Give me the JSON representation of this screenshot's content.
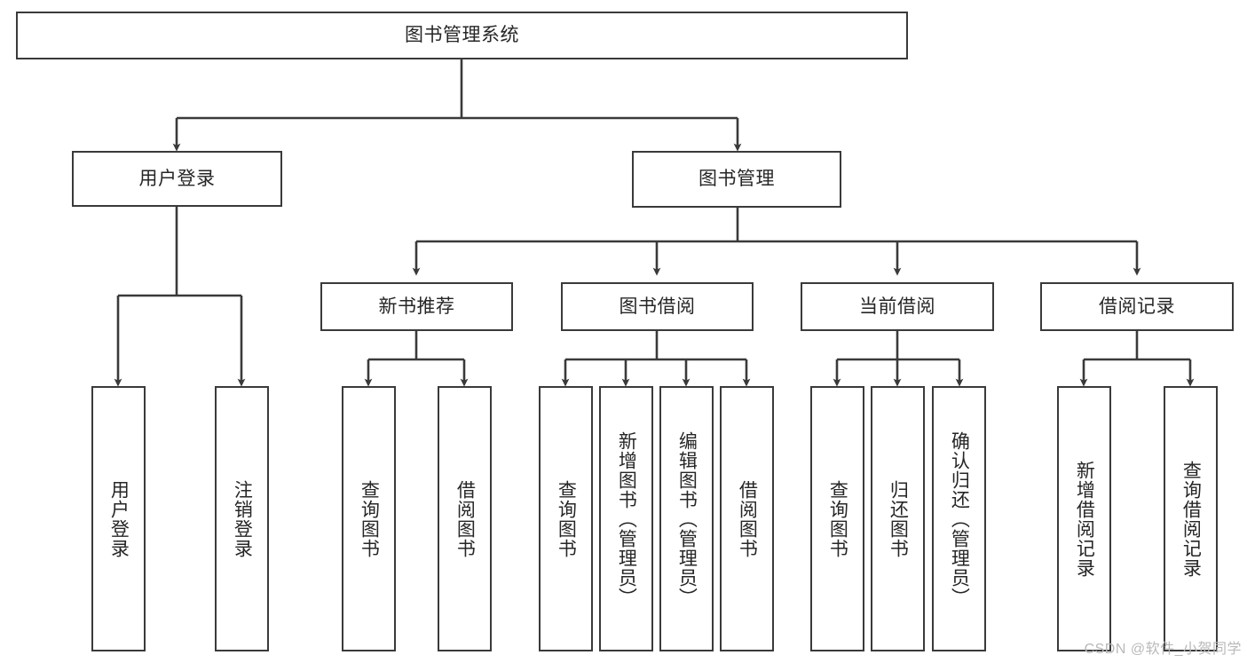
{
  "diagram": {
    "title": "图书管理系统",
    "type": "tree-hierarchy",
    "watermark": "CSDN @软件_小贺同学",
    "colors": {
      "box_border": "#3a3a3a",
      "box_fill": "#ffffff",
      "connector": "#3a3a3a",
      "text": "#262626",
      "watermark": "#b9b9b9",
      "background": "#ffffff"
    },
    "root": {
      "label": "图书管理系统",
      "orientation": "horizontal"
    },
    "level2": [
      {
        "label": "用户登录",
        "orientation": "horizontal"
      },
      {
        "label": "图书管理",
        "orientation": "horizontal"
      }
    ],
    "level3": [
      {
        "label": "新书推荐",
        "orientation": "horizontal"
      },
      {
        "label": "图书借阅",
        "orientation": "horizontal"
      },
      {
        "label": "当前借阅",
        "orientation": "horizontal"
      },
      {
        "label": "借阅记录",
        "orientation": "horizontal"
      }
    ],
    "leaves_user_login": [
      {
        "label": "用户登录",
        "orientation": "vertical"
      },
      {
        "label": "注销登录",
        "orientation": "vertical"
      }
    ],
    "leaves_new_book": [
      {
        "label": "查询图书",
        "orientation": "vertical"
      },
      {
        "label": "借阅图书",
        "orientation": "vertical"
      }
    ],
    "leaves_borrow_book": [
      {
        "label": "查询图书",
        "orientation": "vertical"
      },
      {
        "label": "新增图书（管理员）",
        "orientation": "vertical"
      },
      {
        "label": "编辑图书（管理员）",
        "orientation": "vertical"
      },
      {
        "label": "借阅图书",
        "orientation": "vertical"
      }
    ],
    "leaves_current_borrow": [
      {
        "label": "查询图书",
        "orientation": "vertical"
      },
      {
        "label": "归还图书",
        "orientation": "vertical"
      },
      {
        "label": "确认归还（管理员）",
        "orientation": "vertical"
      }
    ],
    "leaves_borrow_record": [
      {
        "label": "新增借阅记录",
        "orientation": "vertical"
      },
      {
        "label": "查询借阅记录",
        "orientation": "vertical"
      }
    ]
  }
}
